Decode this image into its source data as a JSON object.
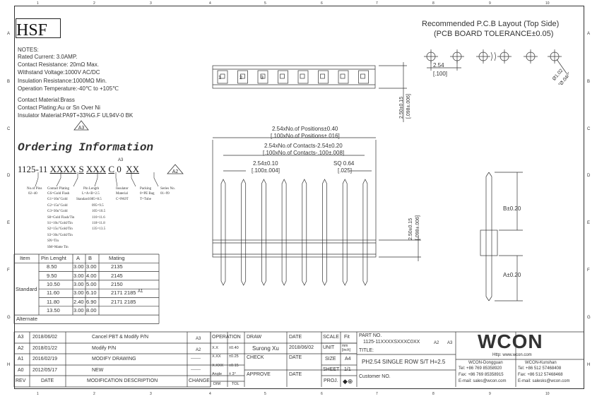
{
  "logo": "HSF",
  "notes": {
    "heading": "NOTES:",
    "lines": [
      "Rated Current: 3.0AMP.",
      "Contact Resistance: 20mΩ Max.",
      "Withstand Voltage:1000V AC/DC",
      "Insulation Resistance:1000MΩ Min.",
      "Operation Temperature:-40℃ to +105℃"
    ],
    "material_lines": [
      "Contact Material:Brass",
      "Contact Plating:Au or Sn Over Ni",
      "Insulator Material:PA9T+33%G.F UL94V-0 BK"
    ],
    "rev_mark": "A3"
  },
  "ordering": {
    "title": "Ordering Information",
    "code_parts": [
      "1125-11",
      "XX",
      "XX",
      "S",
      "XXX",
      "C",
      "0",
      "XX"
    ],
    "rev_mark_code": "A3",
    "rev_mark_end": "A2",
    "legend": {
      "no_of_pins": {
        "label": "No.of Pins",
        "values": [
          "02~40"
        ]
      },
      "contact_plating": {
        "label": "Contact Plating",
        "values": [
          "GS=Gold Flash",
          "G1=10u\"Gold",
          "G2=15u\"Gold",
          "G3=30u\"Gold",
          "S0=Gold Flash/Tin",
          "S1=10u\"Gold/Tin",
          "S2=15u\"Gold/Tin",
          "S3=30u\"Gold/Tin",
          "SN=Tin",
          "SM=Matte Tin"
        ]
      },
      "pin_length": {
        "label": "Pin Length",
        "values": [
          "L=A+B=2.5",
          "Standard:085=8.5",
          "095=9.5",
          "105=10.5",
          "116=11.6",
          "118=11.8",
          "135=13.5"
        ]
      },
      "insulator": {
        "label": "Insulator",
        "values": [
          "Material",
          "C=PA9T"
        ]
      },
      "packing": {
        "label": "Packing",
        "values": [
          "0=PE Bag",
          "T=Tube"
        ]
      },
      "series": {
        "label": "Series No.",
        "values": [
          "01~99"
        ]
      }
    }
  },
  "pin_table": {
    "headers": [
      "Item",
      "Pin Lenght",
      "A",
      "B",
      "Mating"
    ],
    "group_label": "Standard",
    "rows": [
      [
        "8.50",
        "3.00",
        "3.00",
        "2135"
      ],
      [
        "9.50",
        "3.00",
        "4.00",
        "2145"
      ],
      [
        "10.50",
        "3.00",
        "5.00",
        "2150"
      ],
      [
        "11.60",
        "3.00",
        "6.10",
        "2171  2185"
      ],
      [
        "11.80",
        "2.40",
        "6.90",
        "2171  2185"
      ],
      [
        "13.50",
        "3.00",
        "8.00",
        ""
      ]
    ],
    "row_mark": "A1",
    "alternate_label": "Alternate"
  },
  "pcb": {
    "title1": "Recommended P.C.B Layout (Top Side)",
    "title2": "(PCB BOARD TOLERANCE±0.05)",
    "pitch": "2.54",
    "pitch_in": "[.100]",
    "hole": "Ø1.02",
    "hole_in": "[Ø.040]"
  },
  "top_view": {
    "pin_labels": [
      "1",
      "2",
      "3"
    ],
    "height": "2.50±0.15",
    "height_in": "[.098±.006]"
  },
  "front_view": {
    "dim1": "2.54xNo.of Positions±0.40",
    "dim1_in": "[.100xNo.of Positions±.016]",
    "dim2": "2.54xNo.of Contacts-2.54±0.20",
    "dim2_in": "[.100xNo.of Contacts-.100±.008]",
    "dim3": "2.54±0.10",
    "dim3_in": "[.100±.004]",
    "dim4": "SQ 0.64",
    "dim4_in": "[.025]",
    "dim5": "2.50±0.15",
    "dim5_in": "[.098±.006]"
  },
  "side_view": {
    "b": "B±0.20",
    "a": "A±0.20"
  },
  "revisions": [
    {
      "rev": "A3",
      "date": "2018/06/02",
      "desc": "Cancel PBT & Modify P/N",
      "change": "A3"
    },
    {
      "rev": "A2",
      "date": "2018/01/22",
      "desc": "Modify P/N",
      "change": "A2"
    },
    {
      "rev": "A1",
      "date": "2016/02/19",
      "desc": "MODIFY DRAWING",
      "change": "-------"
    },
    {
      "rev": "A0",
      "date": "2012/05/17",
      "desc": "NEW",
      "change": "-------"
    }
  ],
  "rev_headers": [
    "REV",
    "DATE",
    "MODIFICATION DESCRIPTION",
    "CHANGE"
  ],
  "tolerance": {
    "header": "OPERATION",
    "rows": [
      [
        "X.X",
        "±0.40"
      ],
      [
        "X.XX",
        "±0.25"
      ],
      [
        "X.XXX",
        "±0.15"
      ],
      [
        "Angle",
        "± 3°"
      ]
    ],
    "footer": [
      "DIM",
      "TOL"
    ]
  },
  "approvals": {
    "draw_label": "DRAW",
    "draw_name": "Surong Xu",
    "check_label": "CHECK",
    "approve_label": "APPROVE",
    "date_label": "DATE",
    "draw_date": "2018/06/02"
  },
  "sheet": {
    "scale_label": "SCALE",
    "scale": "Fit",
    "unit_label": "UNIT",
    "unit": "mm [inch]",
    "size_label": "SIZE",
    "size": "A4",
    "sheet_label": "SHEET",
    "sheet_no": "1/1",
    "proj_label": "PROJ."
  },
  "part": {
    "label": "PART NO.",
    "number": "1125-11XXXXSXXXC0XX",
    "marks": [
      "A2",
      "A3"
    ],
    "title_label": "TITLE:",
    "title": "PH2.54 SINGLE ROW S/T H=2.5",
    "customer_label": "Customer NO."
  },
  "company": {
    "name": "WCON",
    "url": "Http: www.wcon.com",
    "left": {
      "title": "WCON-Dongguan",
      "tel": "Tel: +86 769 85358920",
      "fax": "Fax: +86 769 85358915",
      "email": "E-mail: sales@wcon.com"
    },
    "right": {
      "title": "WCON-Kunshan",
      "tel": "Tel: +86 512 57468408",
      "fax": "Fax: +86 512 57468468",
      "email": "E-mail: salesks@wcon.com"
    }
  },
  "col_numbers": [
    "1",
    "2",
    "3",
    "4",
    "5",
    "6",
    "7",
    "8",
    "9",
    "10"
  ],
  "row_letters": [
    "A",
    "B",
    "C",
    "D",
    "E",
    "F",
    "G",
    "H"
  ]
}
